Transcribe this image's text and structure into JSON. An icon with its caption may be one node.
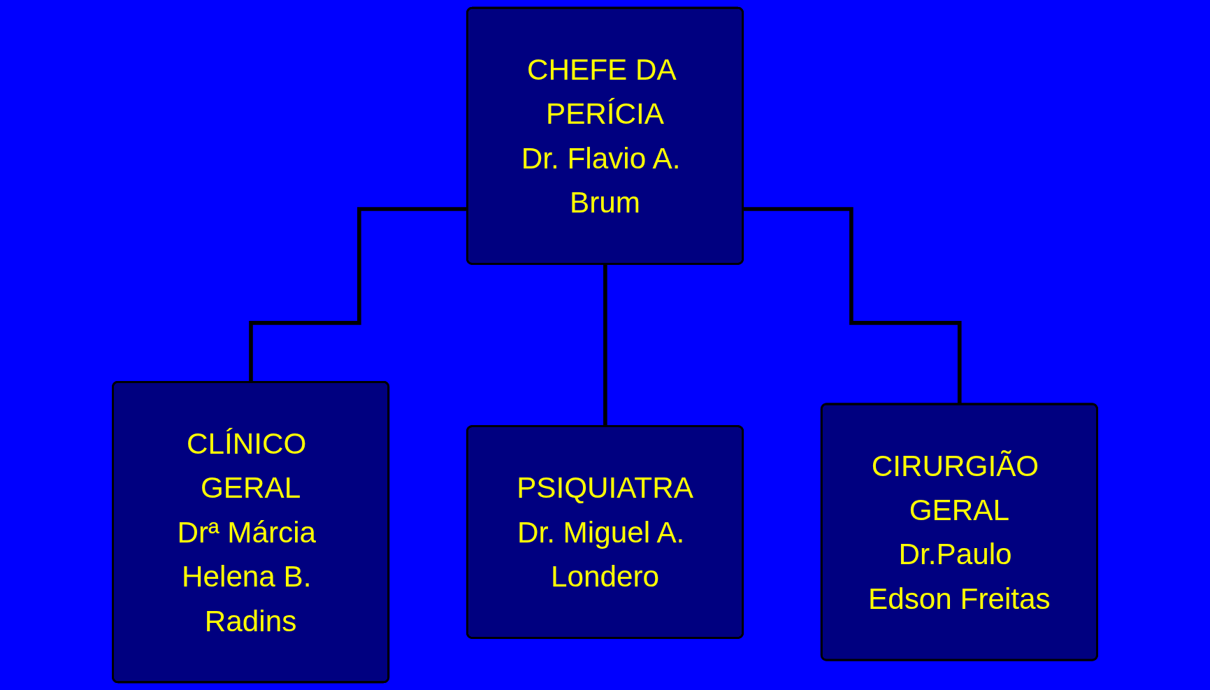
{
  "diagram": {
    "nodes": [
      {
        "text": [
          "CHEFE DA PERÍCIA",
          "Dr. Flavio A. Brum"
        ]
      },
      {
        "text": [
          "CLÍNICO GERAL",
          "Drª Márcia Helena B. Radins"
        ]
      },
      {
        "text": [
          "PSIQUIATRA",
          "Dr. Miguel A. Londero"
        ]
      },
      {
        "text": [
          "CIRURGIÃO GERAL",
          "Dr.Paulo Edson Freitas"
        ]
      }
    ],
    "edges": [
      {
        "from": 0,
        "to": 1,
        "arrow": "none"
      },
      {
        "from": 0,
        "to": 2,
        "arrow": "none"
      },
      {
        "from": 0,
        "to": 3,
        "arrow": "none"
      }
    ]
  }
}
